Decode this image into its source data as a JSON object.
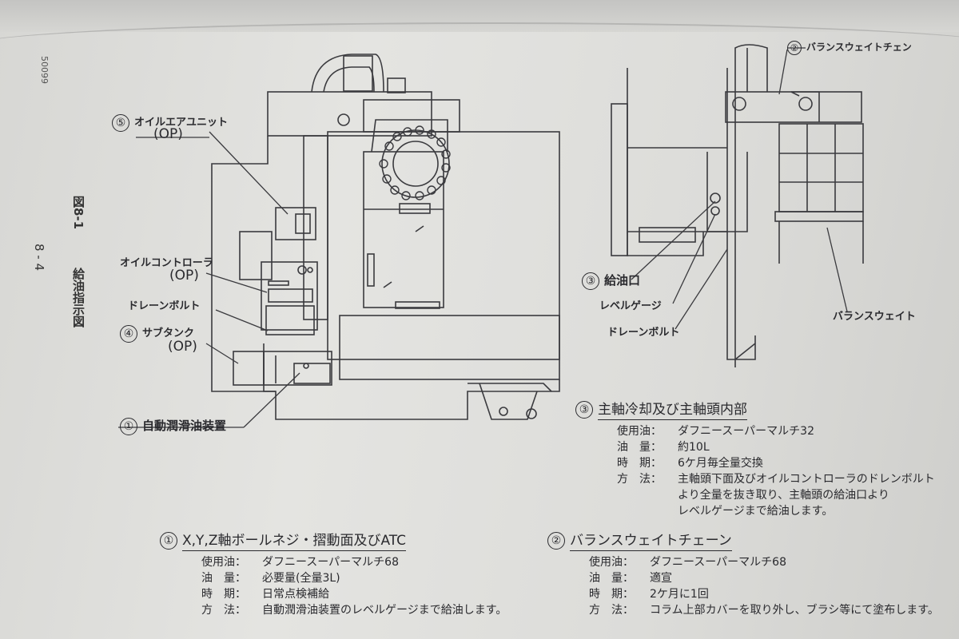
{
  "header": {
    "code": "50099"
  },
  "side": {
    "figure": "図8-1",
    "title": "給油指示図",
    "page": "8 - 4"
  },
  "callouts": {
    "oil_air_unit": {
      "num": "⑤",
      "label": "オイルエアユニット",
      "op": "(OP)"
    },
    "oil_controller": {
      "label": "オイルコントローラ",
      "op": "(OP)"
    },
    "drain_bolt_left": {
      "label": "ドレーンボルト"
    },
    "sub_tank": {
      "num": "④",
      "label": "サブタンク",
      "op": "(OP)"
    },
    "auto_lube": {
      "num": "①",
      "label": "自動潤滑油装置"
    },
    "balance_chain": {
      "num": "②",
      "label": "バランスウェイトチェン"
    },
    "oil_inlet": {
      "num": "③",
      "label": "給油口"
    },
    "level_gauge": {
      "label": "レベルゲージ"
    },
    "drain_bolt_right": {
      "label": "ドレーンボルト"
    },
    "balance_weight": {
      "label": "バランスウェイト"
    }
  },
  "blocks": {
    "b3": {
      "num": "③",
      "title": "主軸冷却及び主軸頭内部",
      "oil_k": "使用油：",
      "oil_v": "ダフニースーパーマルチ32",
      "qty_k": "油　量：",
      "qty_v": "約10L",
      "time_k": "時　期：",
      "time_v": "6ケ月毎全量交換",
      "method_k": "方　法：",
      "method_v1": "主軸頭下面及びオイルコントローラのドレンボルト",
      "method_v2": "より全量を抜き取り、主軸頭の給油口より",
      "method_v3": "レベルゲージまで給油します。"
    },
    "b1": {
      "num": "①",
      "title": "X,Y,Z軸ボールネジ・摺動面及びATC",
      "oil_k": "使用油：",
      "oil_v": "ダフニースーパーマルチ68",
      "qty_k": "油　量：",
      "qty_v": "必要量(全量3L)",
      "time_k": "時　期：",
      "time_v": "日常点検補給",
      "method_k": "方　法：",
      "method_v1": "自動潤滑油装置のレベルゲージまで給油します。"
    },
    "b2": {
      "num": "②",
      "title": "バランスウェイトチェーン",
      "oil_k": "使用油：",
      "oil_v": "ダフニースーパーマルチ68",
      "qty_k": "油　量：",
      "qty_v": "適宣",
      "time_k": "時　期：",
      "time_v": "2ケ月に1回",
      "method_k": "方　法：",
      "method_v1": "コラム上部カバーを取り外し、ブラシ等にて塗布します。"
    }
  }
}
